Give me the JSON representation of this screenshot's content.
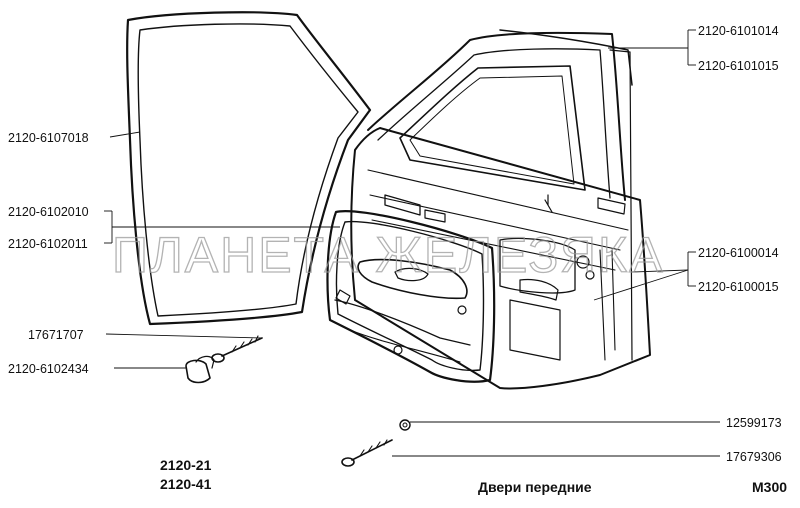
{
  "watermark": "ПЛАНЕТА ЖЕЛЕЗЯКА",
  "caption": "Двери передние",
  "page_code": "М300",
  "models": [
    "2120-21",
    "2120-41"
  ],
  "part_labels": {
    "seal_upper_1": "2120-6101014",
    "seal_upper_2": "2120-6101015",
    "door_seal": "2120-6107018",
    "trim_panel_1": "2120-6102010",
    "trim_panel_2": "2120-6102011",
    "door_1": "2120-6100014",
    "door_2": "2120-6100015",
    "screw_trim": "17671707",
    "clip": "2120-6102434",
    "washer": "12599173",
    "screw_lower": "17679306"
  }
}
